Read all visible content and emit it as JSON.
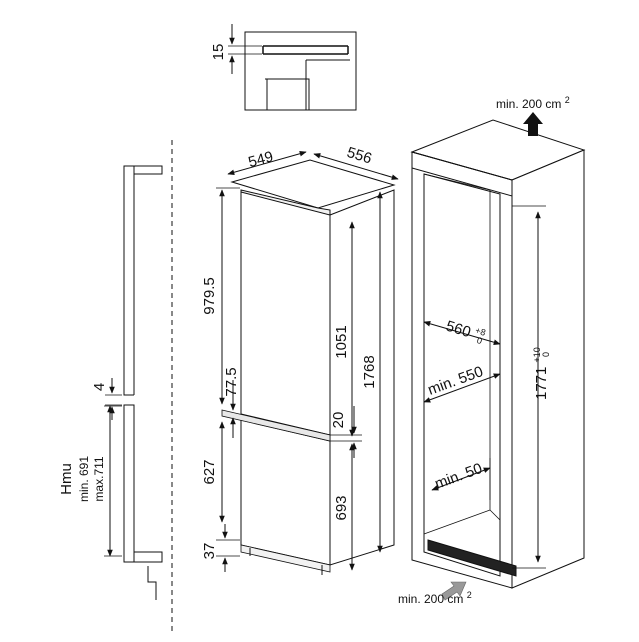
{
  "detail": {
    "gap_dim": "15"
  },
  "fridge": {
    "width_dim": "549",
    "depth_dim": "556",
    "upper_height_dim": "979.5",
    "door_gap_dim": "77.5",
    "door_height_dim": "1051",
    "total_height_dim": "1768",
    "hinge_gap_dim": "20",
    "lower_door_dim": "627",
    "lower_height_dim": "693",
    "bottom_dim": "37"
  },
  "door_side": {
    "gap_dim": "4",
    "hmu_label": "Hmu",
    "min_label": "min. 691",
    "max_label": "max.711"
  },
  "niche": {
    "top_vent_prefix": "min. 200",
    "top_vent_unit": "cm",
    "top_vent_exp": "2",
    "bottom_vent_prefix": "min. 200",
    "bottom_vent_unit": "cm",
    "bottom_vent_exp": "2",
    "width_main": "560",
    "width_sup": "+8",
    "width_sub": "0",
    "min_depth": "min. 550",
    "min_back_gap": "min. 50",
    "height_main": "1771",
    "height_sup": "+10",
    "height_sub": "0"
  }
}
